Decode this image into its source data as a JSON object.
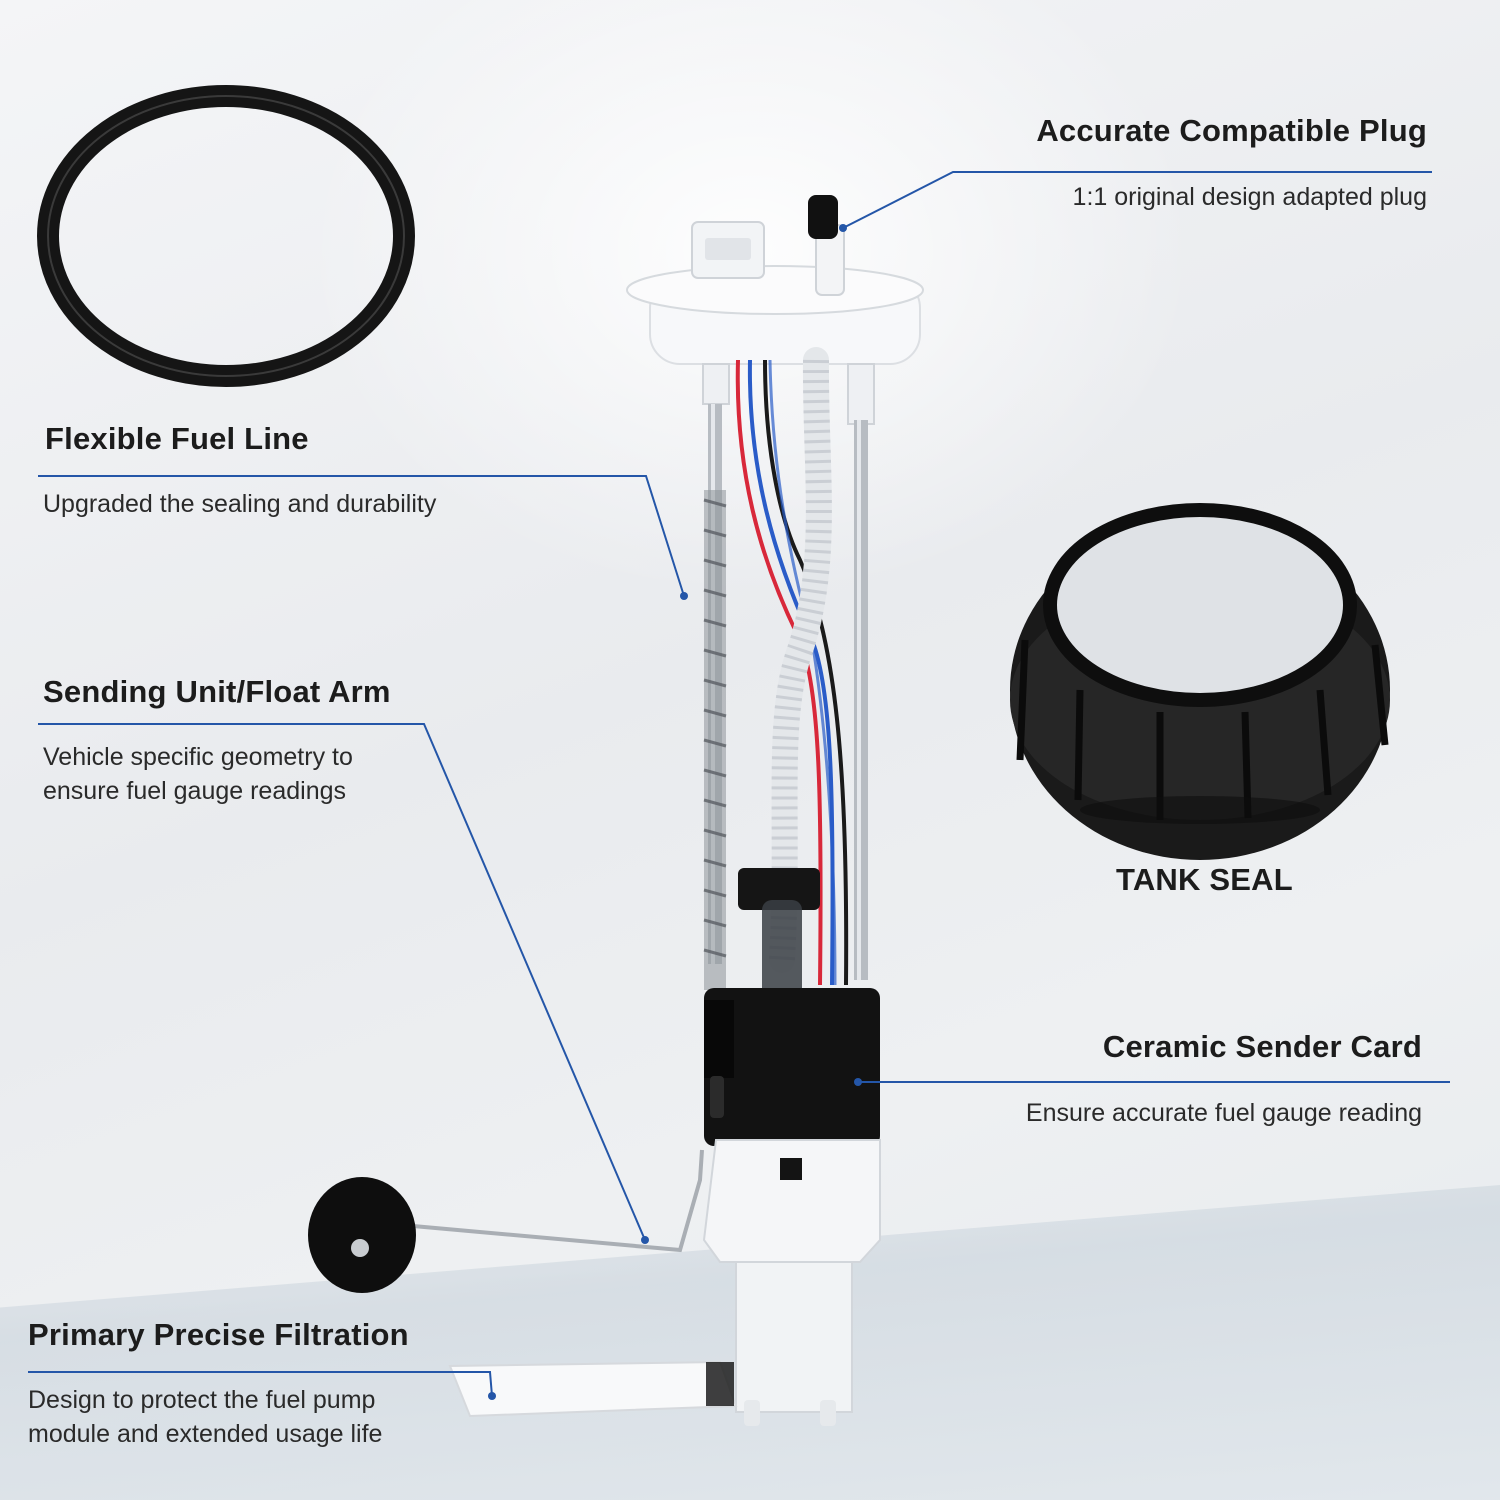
{
  "features": [
    {
      "id": "plug",
      "title": "Accurate Compatible Plug",
      "description": "1:1 original design adapted plug"
    },
    {
      "id": "fuel-line",
      "title": "Flexible Fuel Line",
      "description": "Upgraded the sealing and durability"
    },
    {
      "id": "sending-unit",
      "title": "Sending Unit/Float Arm",
      "description": "Vehicle specific geometry to ensure fuel gauge readings"
    },
    {
      "id": "sender-card",
      "title": "Ceramic Sender Card",
      "description": "Ensure accurate fuel gauge reading"
    },
    {
      "id": "filtration",
      "title": "Primary Precise Filtration",
      "description": "Design to protect the fuel pump module and extended usage life"
    }
  ],
  "tank_seal_label": "TANK SEAL",
  "colors": {
    "callout_line": "#2456a8",
    "rubber": "#141414",
    "housing": "#f4f6f8",
    "wire_red": "#d8283a",
    "wire_blue": "#2a5cc8"
  }
}
